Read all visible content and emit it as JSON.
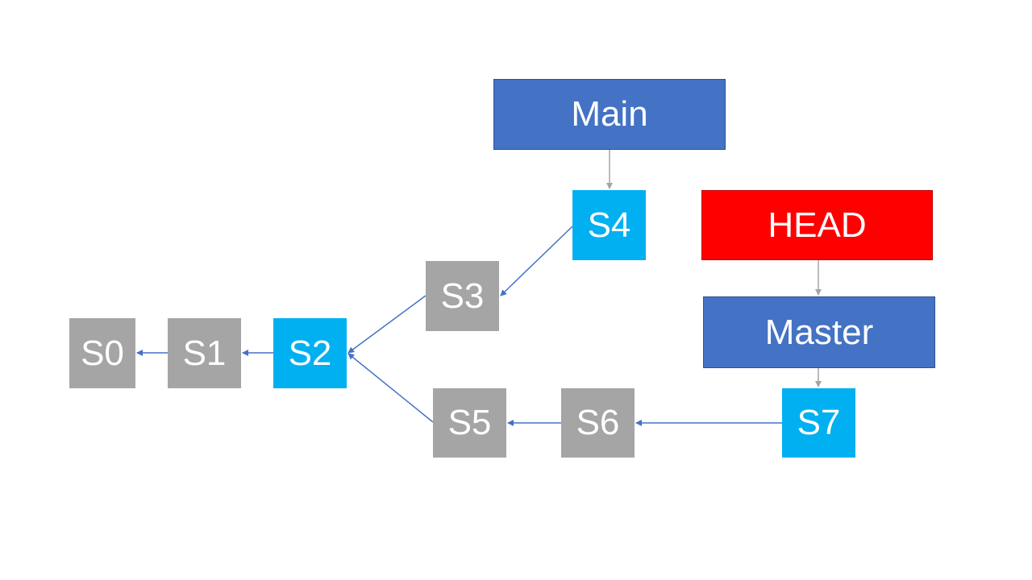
{
  "nodes": {
    "main": {
      "label": "Main",
      "kind": "branch",
      "color": "#4472c4"
    },
    "head": {
      "label": "HEAD",
      "kind": "pointer",
      "color": "#ff0000"
    },
    "master": {
      "label": "Master",
      "kind": "branch",
      "color": "#4472c4"
    },
    "s0": {
      "label": "S0",
      "kind": "commit",
      "color": "#a5a5a5"
    },
    "s1": {
      "label": "S1",
      "kind": "commit",
      "color": "#a5a5a5"
    },
    "s2": {
      "label": "S2",
      "kind": "commit",
      "color": "#00b0f0"
    },
    "s3": {
      "label": "S3",
      "kind": "commit",
      "color": "#a5a5a5"
    },
    "s4": {
      "label": "S4",
      "kind": "commit",
      "color": "#00b0f0"
    },
    "s5": {
      "label": "S5",
      "kind": "commit",
      "color": "#a5a5a5"
    },
    "s6": {
      "label": "S6",
      "kind": "commit",
      "color": "#a5a5a5"
    },
    "s7": {
      "label": "S7",
      "kind": "commit",
      "color": "#00b0f0"
    }
  },
  "edges": [
    {
      "from": "main",
      "to": "s4",
      "style": "gray"
    },
    {
      "from": "head",
      "to": "master",
      "style": "gray"
    },
    {
      "from": "master",
      "to": "s7",
      "style": "gray"
    },
    {
      "from": "s4",
      "to": "s3",
      "style": "blue"
    },
    {
      "from": "s3",
      "to": "s2",
      "style": "blue"
    },
    {
      "from": "s5",
      "to": "s2",
      "style": "blue"
    },
    {
      "from": "s2",
      "to": "s1",
      "style": "blue"
    },
    {
      "from": "s1",
      "to": "s0",
      "style": "blue"
    },
    {
      "from": "s7",
      "to": "s6",
      "style": "blue"
    },
    {
      "from": "s6",
      "to": "s5",
      "style": "blue"
    }
  ],
  "colors": {
    "edge_blue": "#4472c4",
    "edge_gray": "#a5a5a5"
  }
}
